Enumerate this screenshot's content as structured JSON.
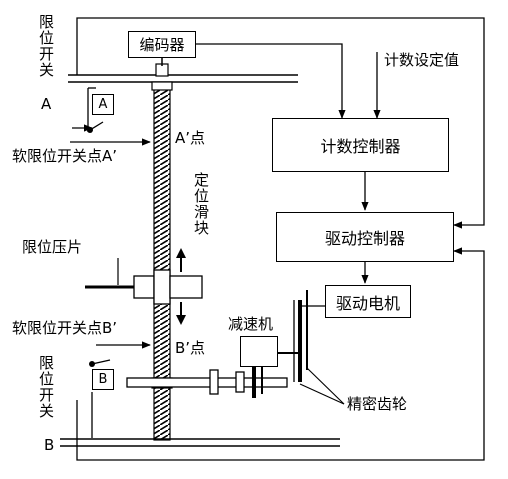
{
  "blocks": {
    "encoder": "编码器",
    "count_setpoint": "计数设定值",
    "count_controller": "计数控制器",
    "drive_controller": "驱动控制器",
    "drive_motor": "驱动电机",
    "reducer": "减速机"
  },
  "labels": {
    "limit_switch_top": "限位开关",
    "limit_switch_top_id": "A",
    "switch_a_box": "A",
    "point_a": "A’点",
    "soft_limit_a": "软限位开关点A’",
    "positioning_slider": "定位滑块",
    "limit_press_plate": "限位压片",
    "soft_limit_b": "软限位开关点B’",
    "point_b": "B’点",
    "limit_switch_bottom": "限位开关",
    "limit_switch_bottom_id": "B",
    "switch_b_box": "B",
    "precision_gear": "精密齿轮"
  }
}
